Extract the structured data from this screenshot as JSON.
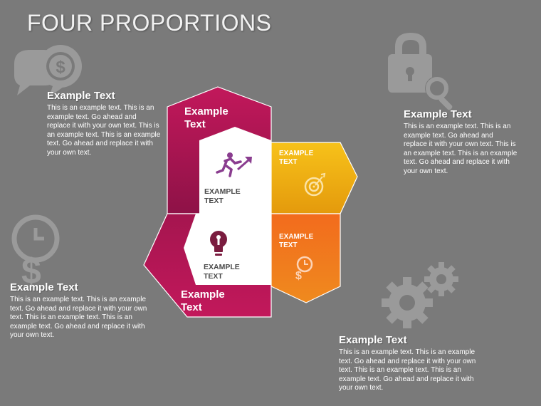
{
  "title": "FOUR PROPORTIONS",
  "colors": {
    "background": "#7a7a7a",
    "magenta": "#c2185b",
    "magenta_dark": "#8e1247",
    "yellow": "#f3b20f",
    "orange": "#f06a1c",
    "icon_gray": "#9a9a9a",
    "purple_icon": "#8a3d8f"
  },
  "blocks": [
    {
      "heading": "Example Text",
      "body": "This is an example text. This is an example text. Go ahead and replace it with your own text. This is an example text. This is an example text. Go ahead and replace it with your own text."
    },
    {
      "heading": "Example Text",
      "body": "This is an example text. This is an example text. Go ahead and replace it with your own text. This is an example text. This is an example text. Go ahead and replace it with your own text."
    },
    {
      "heading": "Example Text",
      "body": "This is an example text. This is an example text. Go ahead and replace it with your own text. This is an example text. This is an example text. Go ahead and replace it with your own text."
    },
    {
      "heading": "Example Text",
      "body": "This is an example text. This is an example text. Go ahead and replace it with your own text. This is an example text. This is an example text. Go ahead and replace it with your own text."
    }
  ],
  "diagram": {
    "top_left_label": [
      "Example",
      "Text"
    ],
    "bottom_left_label": [
      "Example",
      "Text"
    ],
    "top_right_label": [
      "EXAMPLE",
      "TEXT"
    ],
    "bottom_right_label": [
      "EXAMPLE",
      "TEXT"
    ],
    "inner_top_label": [
      "EXAMPLE",
      "TEXT"
    ],
    "inner_bottom_label": [
      "EXAMPLE",
      "TEXT"
    ]
  },
  "icons": [
    "chat-dollar-icon",
    "lock-search-icon",
    "dollar-clock-icon",
    "gears-icon",
    "runner-arrow-icon",
    "target-icon",
    "lightbulb-icon",
    "clock-dollar-icon"
  ]
}
